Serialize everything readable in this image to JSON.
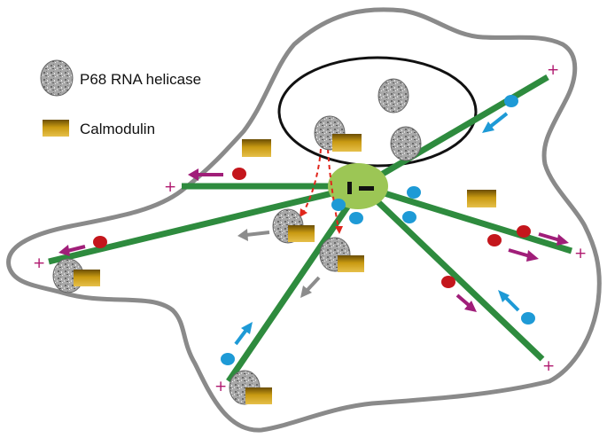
{
  "legend": {
    "helicase_label": "P68 RNA helicase",
    "calmodulin_label": "Calmodulin"
  },
  "plus_symbol": "+",
  "colors": {
    "cell_outline": "#8a8a8a",
    "microtubule": "#2e8b3e",
    "centrosome": "#9cc655",
    "nucleus_outline": "#111111",
    "helicase_fill": "#9e9e9e",
    "calmodulin_fill": "#b88f10",
    "red_cargo": "#c4161c",
    "blue_cargo": "#1e9ad6",
    "magenta_arrow": "#a01e79",
    "blue_arrow": "#1e9ad6",
    "grey_arrow": "#8c8c8c",
    "red_dashed": "#e0261c",
    "plus_sign": "#b0186e"
  },
  "icons": [
    "helicase-granule",
    "calmodulin-block",
    "red-cargo-dot",
    "blue-cargo-dot",
    "direction-arrow",
    "centrosome",
    "nucleus"
  ]
}
